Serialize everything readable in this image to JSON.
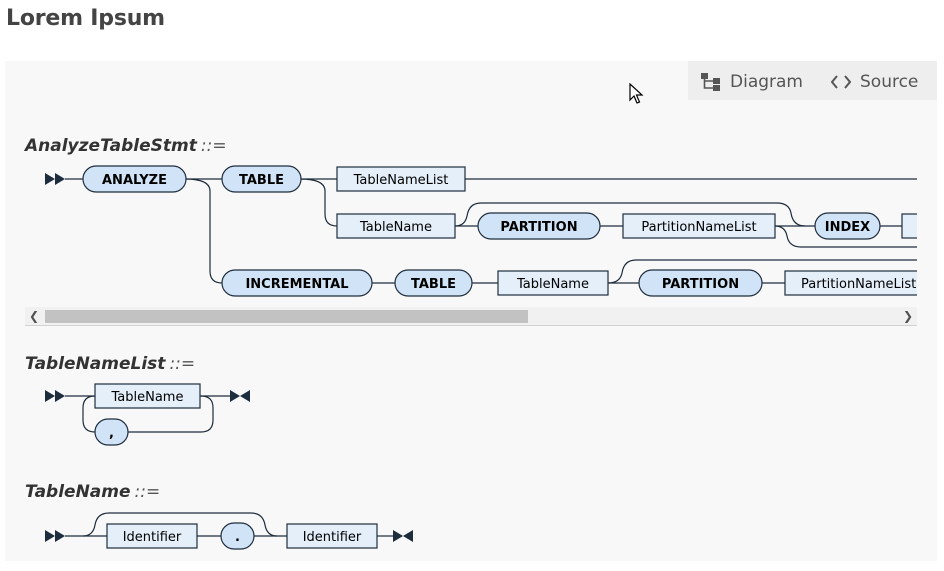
{
  "page": {
    "title": "Lorem Ipsum"
  },
  "toolbar": {
    "diagram_label": "Diagram",
    "diagram_icon": "diagram-tree-icon",
    "source_label": "Source",
    "source_icon": "code-brackets-icon"
  },
  "productions": [
    {
      "name": "AnalyzeTableStmt",
      "definer": "::=",
      "keywords": [
        "ANALYZE",
        "TABLE",
        "PARTITION",
        "INDEX",
        "INCREMENTAL",
        "TABLE",
        "PARTITION"
      ],
      "nonterminals": [
        "TableNameList",
        "TableName",
        "PartitionNameList",
        "TableName",
        "PartitionNameList"
      ]
    },
    {
      "name": "TableNameList",
      "definer": "::=",
      "nonterminals": [
        "TableName"
      ],
      "keywords": [
        ","
      ]
    },
    {
      "name": "TableName",
      "definer": "::=",
      "nonterminals": [
        "Identifier",
        "Identifier"
      ],
      "keywords": [
        "."
      ]
    }
  ],
  "colors": {
    "keyword_fill": "#d1e3f6",
    "nonterminal_fill": "#e4effa",
    "stroke": "#1e2d3d",
    "panel_bg": "#f8f8f8",
    "toggle_bg": "#eeeeee"
  }
}
